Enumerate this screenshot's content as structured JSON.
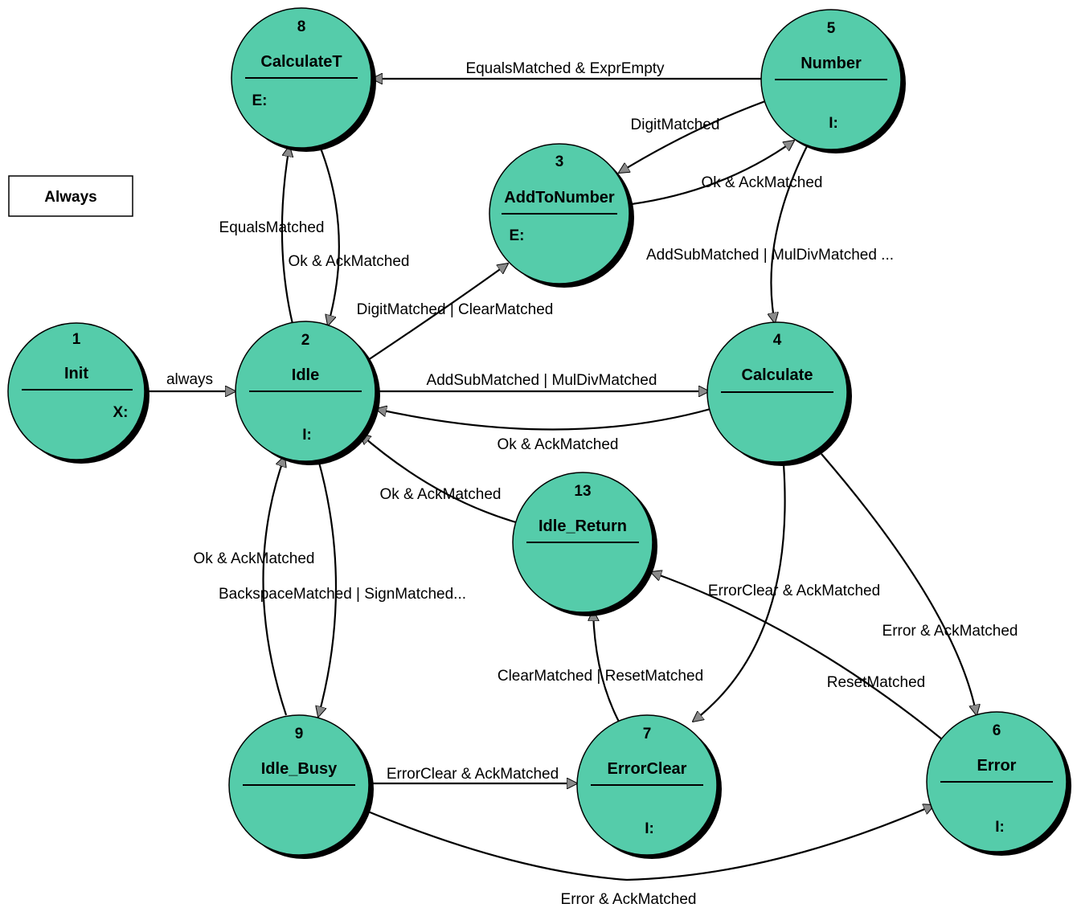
{
  "colors": {
    "state_fill": "#55ccaa",
    "edge": "#000000",
    "arrowhead_fill": "#8a8a8a",
    "background": "#ffffff"
  },
  "legend": {
    "label": "Always"
  },
  "states": {
    "s1": {
      "num": "1",
      "name": "Init",
      "action": "X:"
    },
    "s2": {
      "num": "2",
      "name": "Idle",
      "action": "I:"
    },
    "s3": {
      "num": "3",
      "name": "AddToNumber",
      "action": "E:"
    },
    "s4": {
      "num": "4",
      "name": "Calculate",
      "action": ""
    },
    "s5": {
      "num": "5",
      "name": "Number",
      "action": "I:"
    },
    "s6": {
      "num": "6",
      "name": "Error",
      "action": "I:"
    },
    "s7": {
      "num": "7",
      "name": "ErrorClear",
      "action": "I:"
    },
    "s8": {
      "num": "8",
      "name": "CalculateT",
      "action": "E:"
    },
    "s9": {
      "num": "9",
      "name": "Idle_Busy",
      "action": ""
    },
    "s13": {
      "num": "13",
      "name": "Idle_Return",
      "action": ""
    }
  },
  "transitions": {
    "t_init_idle": {
      "label": "always"
    },
    "t_number_calct": {
      "label": "EqualsMatched & ExprEmpty"
    },
    "t_number_add": {
      "label": "DigitMatched"
    },
    "t_add_number": {
      "label": "Ok & AckMatched"
    },
    "t_idle_calct": {
      "label": "EqualsMatched"
    },
    "t_calct_idle": {
      "label": "Ok & AckMatched"
    },
    "t_idle_add": {
      "label": "DigitMatched | ClearMatched"
    },
    "t_number_calc": {
      "label": "AddSubMatched | MulDivMatched ..."
    },
    "t_idle_calc": {
      "label": "AddSubMatched | MulDivMatched"
    },
    "t_calc_idle": {
      "label": "Ok & AckMatched"
    },
    "t_return_idle": {
      "label": "Ok & AckMatched"
    },
    "t_busy_idle": {
      "label": "Ok & AckMatched"
    },
    "t_idle_busy": {
      "label": "BackspaceMatched | SignMatched..."
    },
    "t_calc_errclear": {
      "label": "ErrorClear & AckMatched"
    },
    "t_calc_error": {
      "label": "Error & AckMatched"
    },
    "t_errclear_return": {
      "label": "ClearMatched | ResetMatched"
    },
    "t_error_return": {
      "label": "ResetMatched"
    },
    "t_busy_errclear": {
      "label": "ErrorClear & AckMatched"
    },
    "t_busy_error": {
      "label": "Error & AckMatched"
    }
  }
}
